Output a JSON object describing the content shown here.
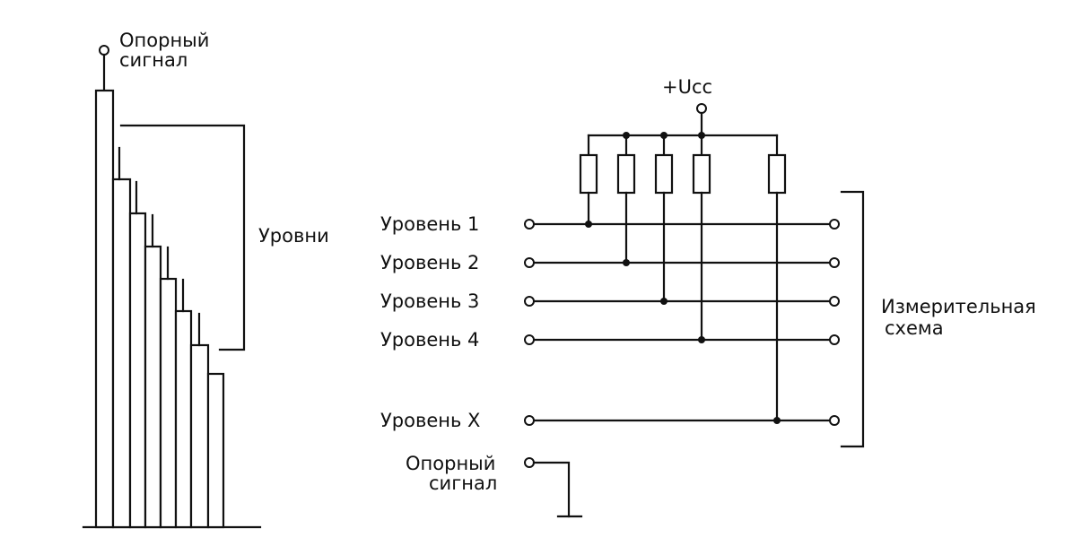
{
  "left_figure": {
    "reference_signal_label": [
      "Опорный",
      "сигнал"
    ],
    "levels_label": "Уровни"
  },
  "circuit": {
    "supply_label": "+Ucc",
    "inputs": [
      {
        "id": "level-1",
        "label": "Уровень 1"
      },
      {
        "id": "level-2",
        "label": "Уровень 2"
      },
      {
        "id": "level-3",
        "label": "Уровень 3"
      },
      {
        "id": "level-4",
        "label": "Уровень 4"
      },
      {
        "id": "level-x",
        "label": "Уровень X"
      }
    ],
    "reference_input_label": [
      "Опорный",
      "сигнал"
    ],
    "measuring_circuit_label": [
      "Измерительная",
      "схема"
    ]
  }
}
